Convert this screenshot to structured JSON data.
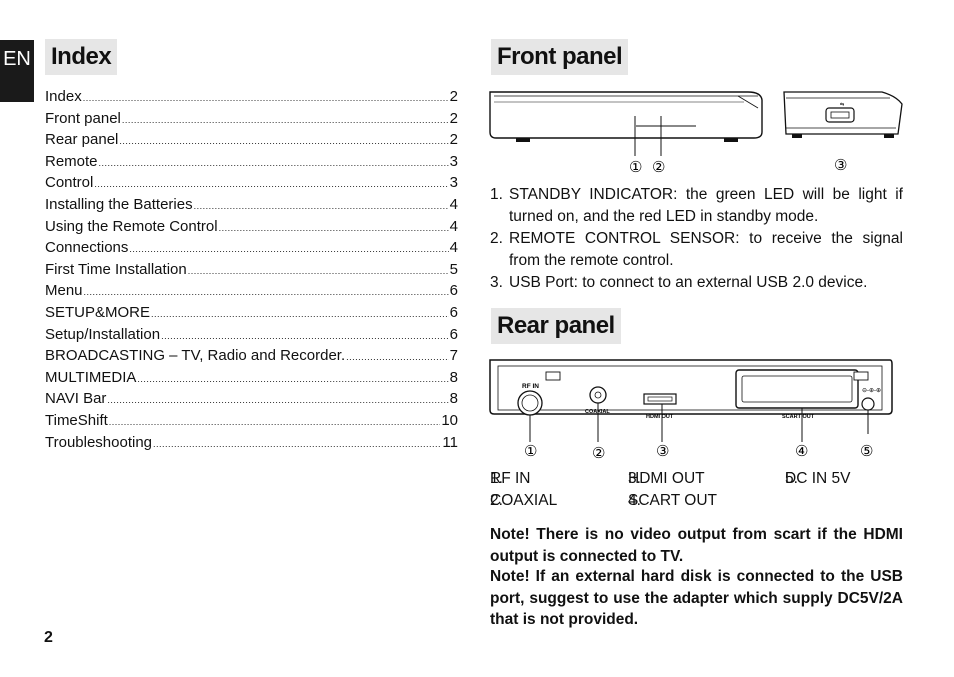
{
  "lang_tab": "EN",
  "index": {
    "title": "Index",
    "items": [
      {
        "label": "Index",
        "page": "2"
      },
      {
        "label": "Front panel",
        "page": "2"
      },
      {
        "label": "Rear panel",
        "page": "2"
      },
      {
        "label": "Remote",
        "page": "3"
      },
      {
        "label": "Control",
        "page": "3"
      },
      {
        "label": "Installing the Batteries",
        "page": "4"
      },
      {
        "label": "Using the Remote Control",
        "page": "4"
      },
      {
        "label": "Connections",
        "page": "4"
      },
      {
        "label": "First Time Installation",
        "page": "5"
      },
      {
        "label": "Menu",
        "page": "6"
      },
      {
        "label": "SETUP&MORE",
        "page": "6"
      },
      {
        "label": "Setup/Installation",
        "page": "6"
      },
      {
        "label": "BROADCASTING – TV, Radio and Recorder.",
        "page": "7"
      },
      {
        "label": "MULTIMEDIA",
        "page": "8"
      },
      {
        "label": "NAVI Bar",
        "page": "8"
      },
      {
        "label": "TimeShift",
        "page": "10"
      },
      {
        "label": "Troubleshooting",
        "page": "11"
      }
    ]
  },
  "front_panel": {
    "title": "Front panel",
    "callouts": [
      "①",
      "②",
      "③"
    ],
    "items": [
      {
        "num": "1.",
        "text": "STANDBY INDICATOR: the green LED will be light if turned on, and the red LED in standby mode."
      },
      {
        "num": "2.",
        "text": "REMOTE CONTROL SENSOR:  to receive the signal from the remote control."
      },
      {
        "num": "3.",
        "text": "USB Port: to connect to an external USB 2.0 device."
      }
    ]
  },
  "rear_panel": {
    "title": "Rear panel",
    "callouts": [
      "①",
      "②",
      "③",
      "④",
      "⑤"
    ],
    "device_labels": {
      "rf_in": "RF IN",
      "coaxial": "COAXIAL",
      "hdmi": "HDMI OUT",
      "scart": "SCART OUT"
    },
    "items": [
      {
        "num": "1.",
        "text": "RF IN"
      },
      {
        "num": "2.",
        "text": "COAXIAL"
      },
      {
        "num": "3.",
        "text": "HDMI OUT"
      },
      {
        "num": "4.",
        "text": "SCART OUT"
      },
      {
        "num": "5.",
        "text": "DC IN 5V"
      }
    ]
  },
  "notes": [
    "Note! There is no video output from scart if the HDMI output is connected to TV.",
    "Note! If an external hard disk is connected to the USB port, suggest to use the adapter which supply DC5V/2A that is not provided."
  ],
  "page_number": "2"
}
